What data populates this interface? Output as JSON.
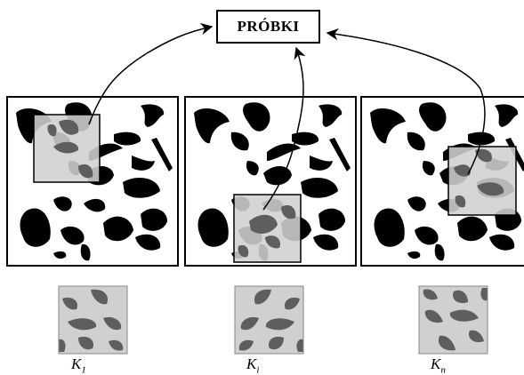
{
  "title": "PRÓBKI",
  "colors": {
    "particle": "#000000",
    "window": "#d0d0d0",
    "particle_in_window": "#5e5e5e",
    "frame": "#000000"
  },
  "samples": [
    {
      "label_main": "K",
      "label_sub": "1"
    },
    {
      "label_main": "K",
      "label_sub": "i"
    },
    {
      "label_main": "K",
      "label_sub": "n"
    }
  ]
}
